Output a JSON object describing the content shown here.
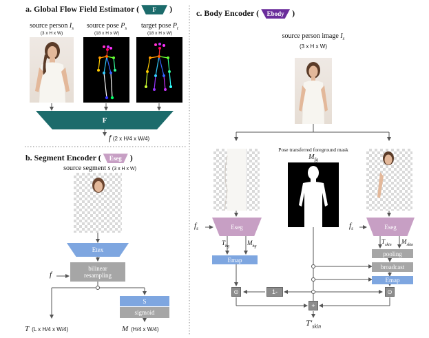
{
  "panel_a": {
    "title": "a. Global Flow Field Estimator (",
    "badge": "F",
    "source_label": "source person",
    "source_sym": "I",
    "source_sub": "s",
    "source_dim": "(3 x H x W)",
    "spose_label": "source pose",
    "spose_sym": "P",
    "spose_sub": "s",
    "spose_dim": "(18 x H x W)",
    "tpose_label": "target pose",
    "tpose_sym": "P",
    "tpose_sub": "t",
    "tpose_dim": "(18 x H x W)",
    "block": "F",
    "out_sym": "f",
    "out_dim": "(2 x H/4 x W/4)"
  },
  "panel_b": {
    "title": "b. Segment Encoder (",
    "badge": "Eseg",
    "seg_label": "source segment",
    "seg_sym": "s",
    "seg_dim": "(3 x H x W)",
    "etex": "Etex",
    "bilinear": "bilinear resampling",
    "f_in": "f",
    "s_block": "S",
    "sigmoid": "sigmoid",
    "t_out": "T",
    "t_dim": "(L x H/4 x W/4)",
    "m_out": "M",
    "m_dim": "(H/4 x W/4)"
  },
  "panel_c": {
    "title": "c. Body Encoder (",
    "badge": "Ebody",
    "src_label": "source person image",
    "src_sym": "I",
    "src_sub": "s",
    "src_dim": "(3 x H x W)",
    "mask_label": "Pose transferred foreground mask",
    "mask_sym": "M",
    "mask_sub": "fg",
    "fs_left": "f",
    "fs_left_sub": "s",
    "fs_right": "f",
    "fs_right_sub": "s",
    "eseg_left": "Eseg",
    "eseg_right": "Eseg",
    "tbg": "T",
    "tbg_sub": "bg",
    "mbg": "M",
    "mbg_sub": "bg",
    "tskin": "T",
    "tskin_sub": "skin",
    "mskin": "M",
    "mskin_sub": "skin",
    "emap_left": "Emap",
    "pooling": "pooling",
    "broadcast": "broadcast",
    "emap_right": "Emap",
    "odot_left": "⊙",
    "one_minus": "1-",
    "odot_right": "⊙",
    "plus": "+",
    "out_sym": "T'",
    "out_sub": "skin"
  },
  "colors": {
    "teal": "#1c6b6b",
    "pink": "#c79fc4",
    "purple": "#6a2c9b",
    "blue": "#7ea6e0",
    "gray": "#a6a6a6"
  }
}
